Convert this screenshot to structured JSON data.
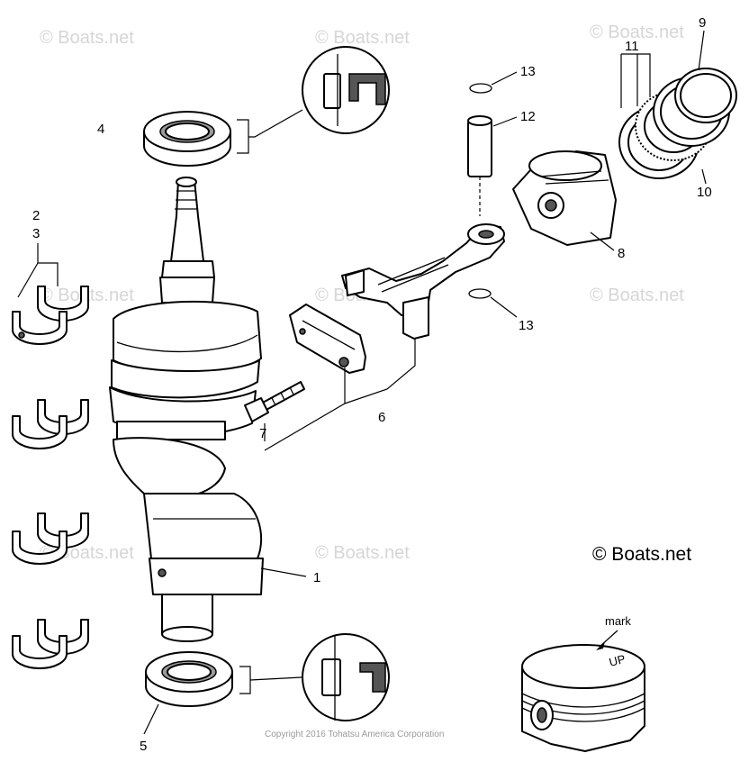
{
  "diagram": {
    "callouts": [
      {
        "id": "c1",
        "label": "1"
      },
      {
        "id": "c2",
        "label": "2"
      },
      {
        "id": "c3",
        "label": "3"
      },
      {
        "id": "c4",
        "label": "4"
      },
      {
        "id": "c5",
        "label": "5"
      },
      {
        "id": "c6",
        "label": "6"
      },
      {
        "id": "c7",
        "label": "7"
      },
      {
        "id": "c8",
        "label": "8"
      },
      {
        "id": "c9",
        "label": "9"
      },
      {
        "id": "c10",
        "label": "10"
      },
      {
        "id": "c11",
        "label": "11"
      },
      {
        "id": "c12",
        "label": "12"
      },
      {
        "id": "c13a",
        "label": "13"
      },
      {
        "id": "c13b",
        "label": "13"
      }
    ],
    "mark_label": "mark",
    "piston_stamp": "UP",
    "brand": "© Boats.net",
    "watermark": "© Boats.net",
    "copyright": "Copyright 2016 Tohatsu America Corporation"
  }
}
